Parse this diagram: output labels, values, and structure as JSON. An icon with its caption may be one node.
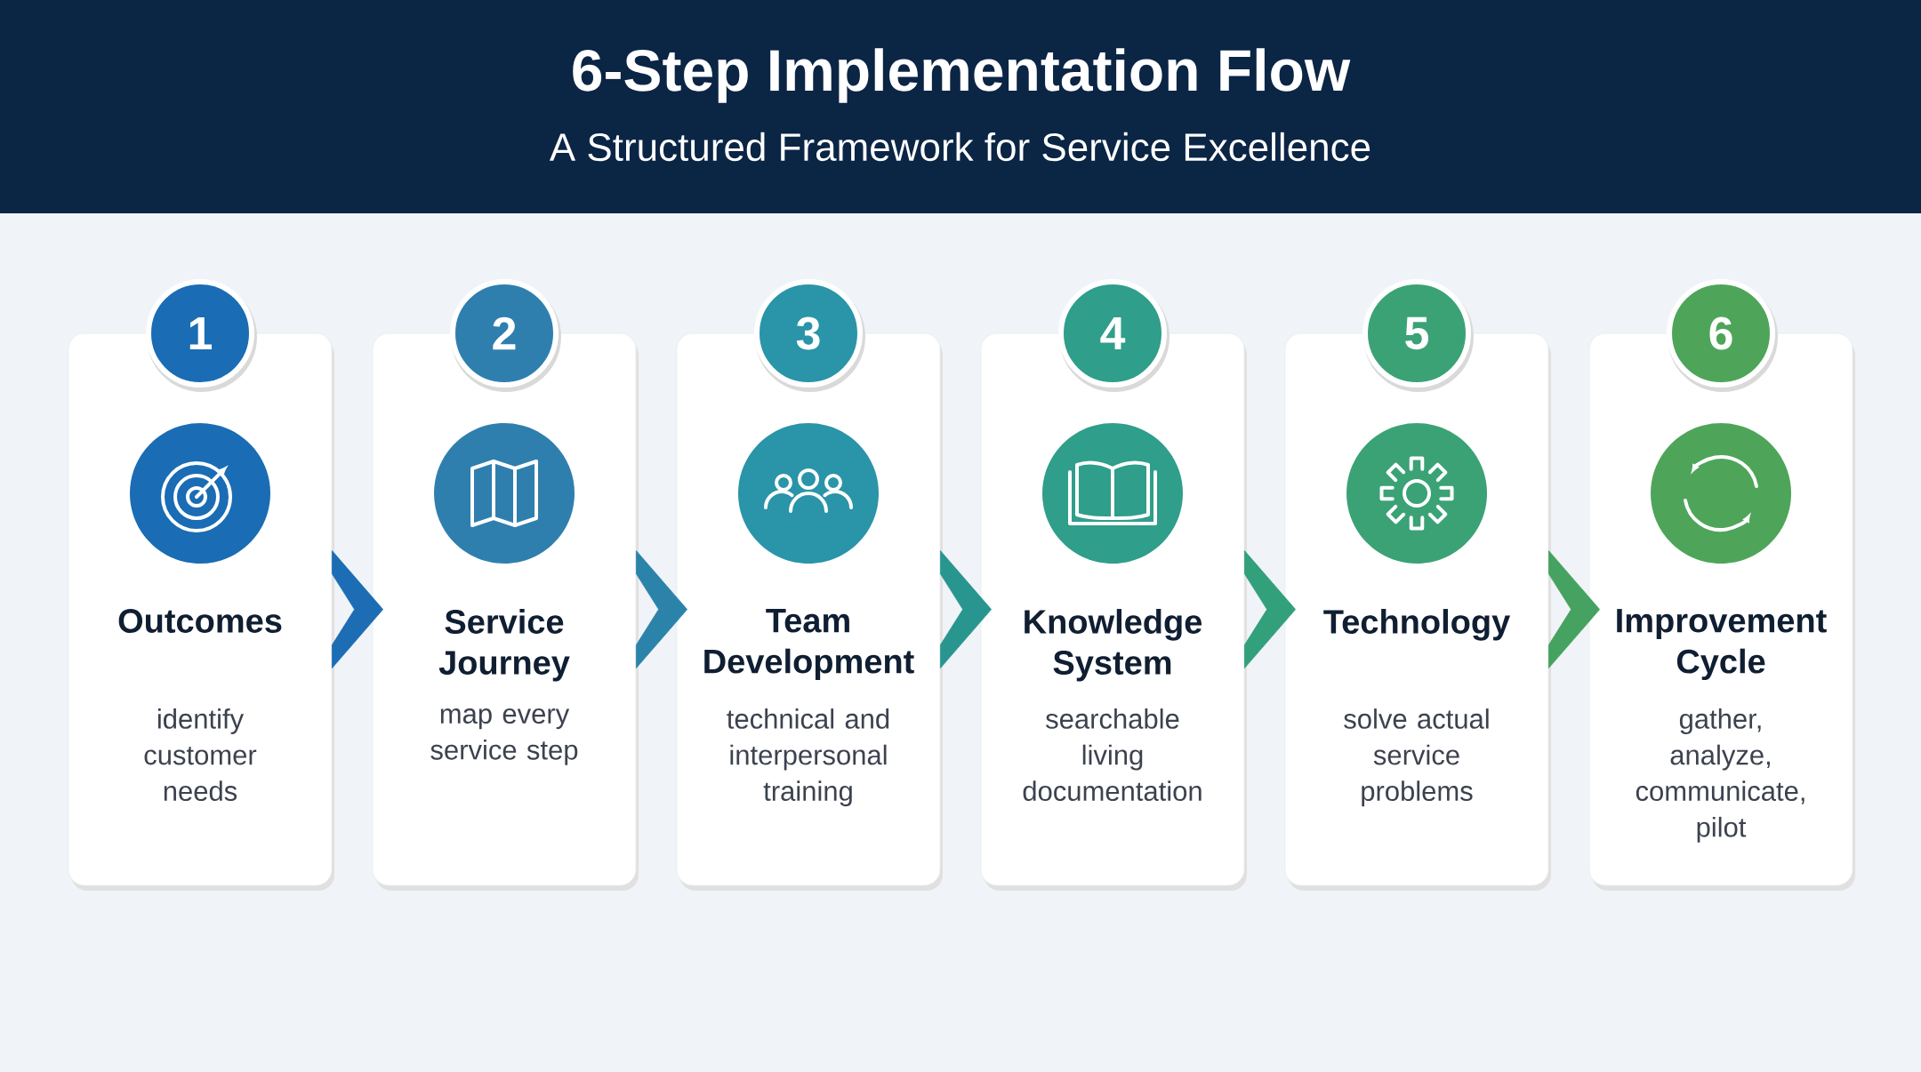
{
  "diagram": {
    "title": "6-Step Implementation Flow",
    "caption": "A Structured Framework for Service Excellence",
    "nodes": [
      {
        "text": [
          "1"
        ]
      },
      {
        "text": [
          "Outcomes",
          "identify customer needs"
        ]
      },
      {
        "text": [
          "2"
        ]
      },
      {
        "text": [
          "Service Journey",
          "map every service step"
        ]
      },
      {
        "text": [
          "3"
        ]
      },
      {
        "text": [
          "Team Development",
          "technical and interpersonal training"
        ]
      },
      {
        "text": [
          "4"
        ]
      },
      {
        "text": [
          "Knowledge System",
          "searchable living documentation"
        ]
      },
      {
        "text": [
          "5"
        ]
      },
      {
        "text": [
          "Technology",
          "solve actual service problems"
        ]
      },
      {
        "text": [
          "6"
        ]
      },
      {
        "text": [
          "Improvement Cycle",
          "gather, analyze, communicate, pilot"
        ]
      }
    ],
    "edges": [
      {
        "from": 1,
        "to": 3,
        "arrow": "to",
        "color": "#1c6db3"
      },
      {
        "from": 3,
        "to": 5,
        "arrow": "to",
        "color": "#2b83aa"
      },
      {
        "from": 5,
        "to": 7,
        "arrow": "to",
        "color": "#29958f"
      },
      {
        "from": 7,
        "to": 9,
        "arrow": "to",
        "color": "#32a07a"
      },
      {
        "from": 9,
        "to": 11,
        "arrow": "to",
        "color": "#45a260"
      }
    ]
  }
}
